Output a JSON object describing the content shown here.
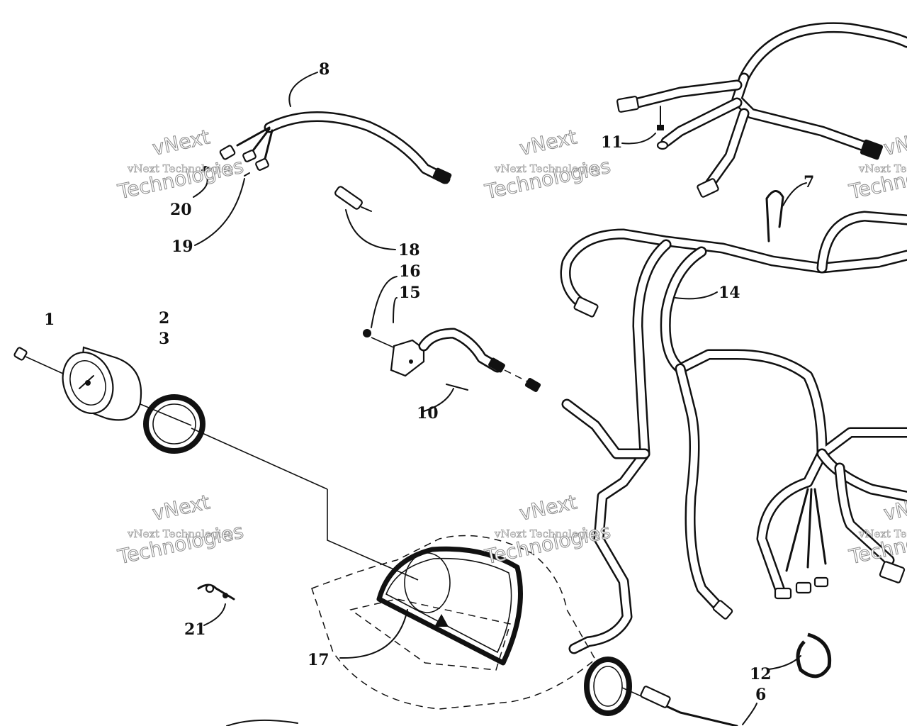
{
  "callouts": {
    "c1": "1",
    "c2": "2",
    "c3": "3",
    "c6": "6",
    "c7": "7",
    "c8": "8",
    "c10": "10",
    "c11": "11",
    "c12": "12",
    "c14": "14",
    "c15": "15",
    "c16": "16",
    "c17": "17",
    "c18": "18",
    "c19": "19",
    "c20": "20",
    "c21": "21"
  },
  "watermark": {
    "line1": "vNext",
    "line2": "vNext Technologies",
    "line3": "Technologies"
  }
}
